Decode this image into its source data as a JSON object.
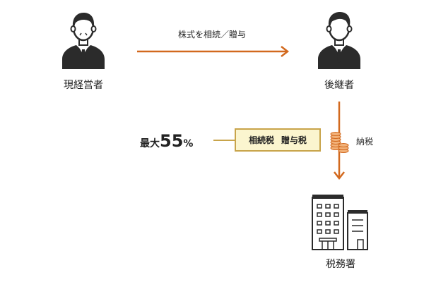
{
  "nodes": {
    "current_manager": "現経営者",
    "successor": "後継者",
    "tax_office": "税務署"
  },
  "arrows": {
    "transfer_label": "株式を相続／贈与",
    "payment_label": "納税"
  },
  "tax_box": {
    "inheritance_tax": "相続税",
    "gift_tax": "贈与税"
  },
  "max_rate": {
    "prefix": "最大",
    "value": "55",
    "suffix": "%"
  },
  "colors": {
    "arrow": "#d2691e",
    "tax_box_fill": "#fbf5cf",
    "tax_box_border": "#c8a44a",
    "person": "#2b2b2b"
  }
}
